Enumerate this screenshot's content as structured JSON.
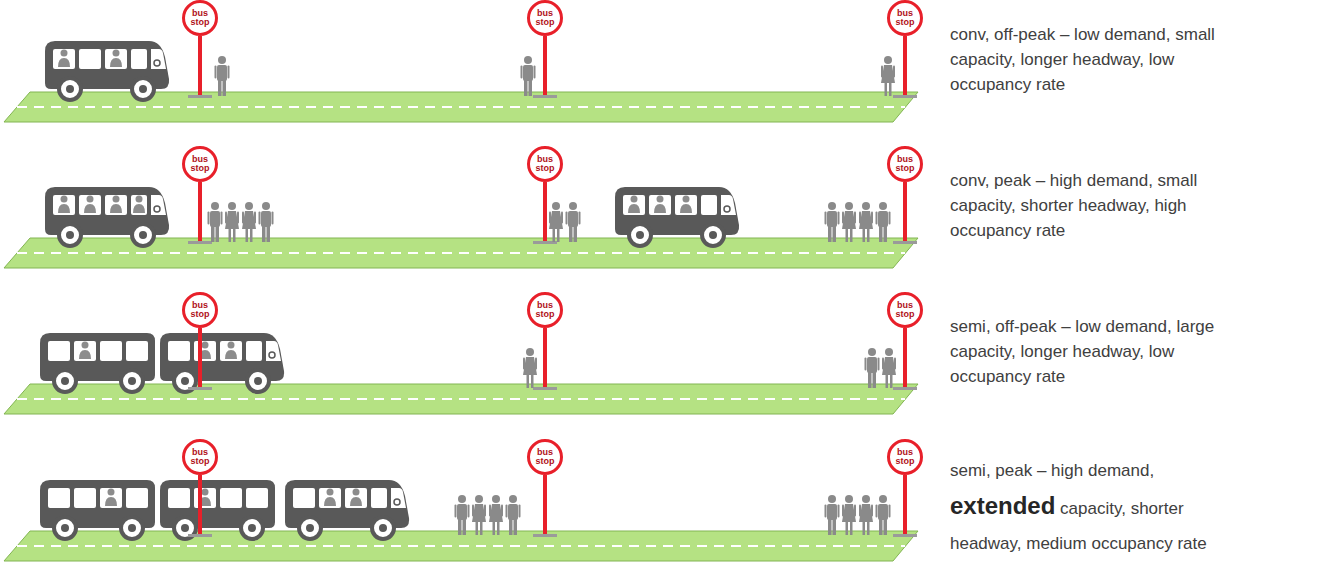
{
  "diagram": {
    "nodes": [
      {
        "text": [
          "bus stop"
        ]
      },
      {
        "text": [
          "bus stop"
        ]
      },
      {
        "text": [
          "bus stop"
        ]
      },
      {
        "text": [
          "bus stop"
        ]
      },
      {
        "text": [
          "bus stop"
        ]
      },
      {
        "text": [
          "bus stop"
        ]
      },
      {
        "text": [
          "bus stop"
        ]
      },
      {
        "text": [
          "bus stop"
        ]
      },
      {
        "text": [
          "bus stop"
        ]
      },
      {
        "text": [
          "bus stop"
        ]
      },
      {
        "text": [
          "bus stop"
        ]
      },
      {
        "text": [
          "bus stop"
        ]
      }
    ],
    "labels": [
      "conv, off-peak – low demand, small capacity, longer headway, low occupancy rate",
      "conv, peak – high demand, small capacity, shorter headway, high occupancy rate",
      "semi, off-peak – low demand, large capacity, longer headway, low occupancy rate",
      "semi, peak – high demand,",
      "extended",
      "capacity, shorter headway, medium occupancy rate"
    ]
  }
}
